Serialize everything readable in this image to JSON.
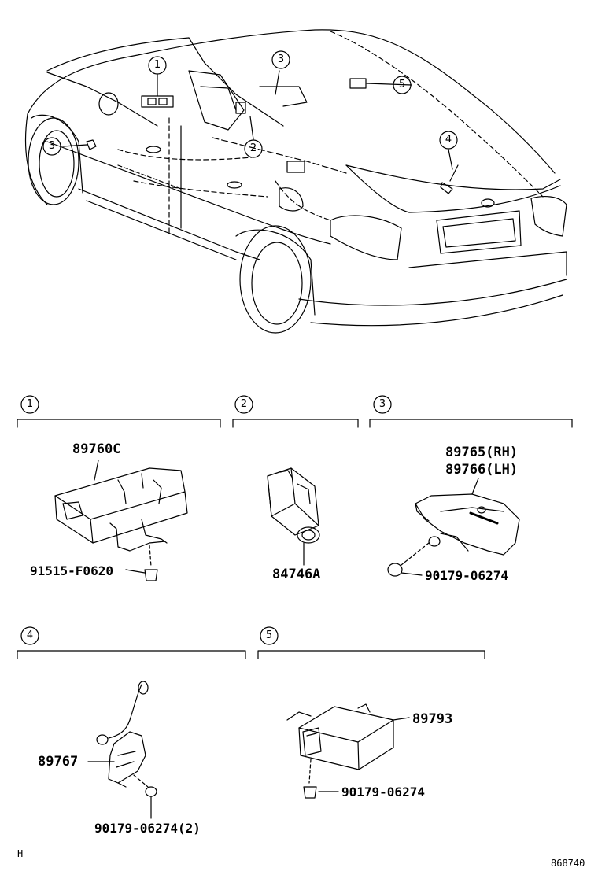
{
  "callouts_car": [
    "1",
    "3",
    "5",
    "2",
    "3",
    "4"
  ],
  "sections": [
    {
      "number": "1",
      "parts": [
        "89760C",
        "91515-F0620"
      ]
    },
    {
      "number": "2",
      "parts": [
        "84746A"
      ]
    },
    {
      "number": "3",
      "parts": [
        "89765(RH)",
        "89766(LH)",
        "90179-06274"
      ]
    },
    {
      "number": "4",
      "parts": [
        "89767",
        "90179-06274(2)"
      ]
    },
    {
      "number": "5",
      "parts": [
        "89793",
        "90179-06274"
      ]
    }
  ],
  "footer": {
    "left": "H",
    "right": "868740"
  }
}
